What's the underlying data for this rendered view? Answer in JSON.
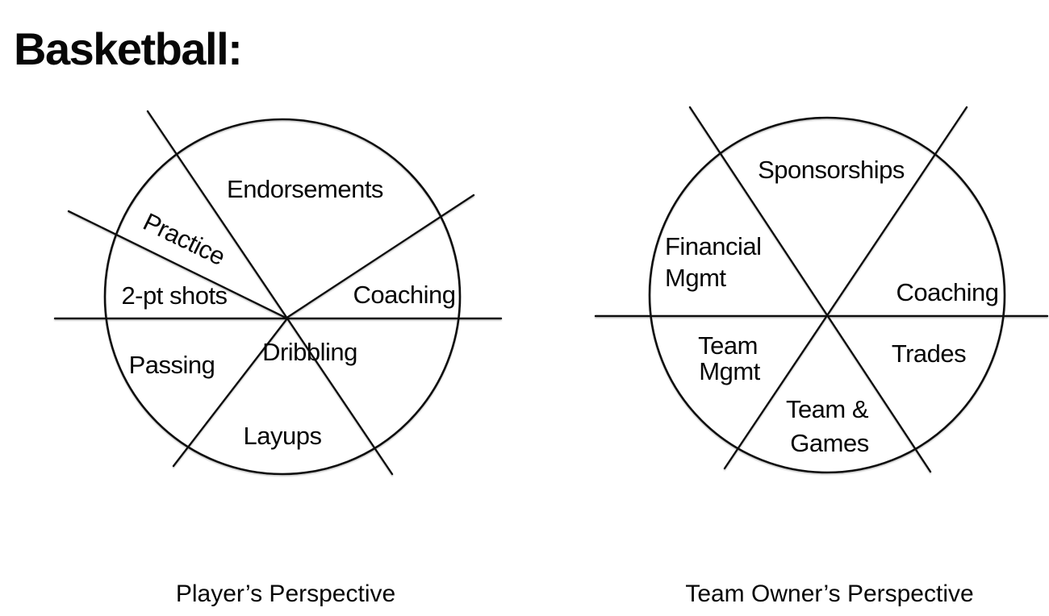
{
  "title": "Basketball:",
  "colors": {
    "ink": "#0b0b0b",
    "background": "#ffffff"
  },
  "player_diagram": {
    "caption": "Player’s Perspective",
    "labels": {
      "endorsements": "Endorsements",
      "practice": "Practice",
      "two_pt_shots": "2-pt shots",
      "coaching": "Coaching",
      "dribbling": "Dribbling",
      "layups": "Layups",
      "passing": "Passing"
    }
  },
  "owner_diagram": {
    "caption": "Team Owner’s Perspective",
    "labels": {
      "sponsorships": "Sponsorships",
      "financial_mgmt": {
        "line1": "Financial",
        "line2": "Mgmt"
      },
      "coaching": "Coaching",
      "trades": "Trades",
      "team_mgmt": {
        "line1": "Team",
        "line2": "Mgmt"
      },
      "team_and_games": {
        "line1": "Team &",
        "line2": "Games"
      }
    }
  }
}
